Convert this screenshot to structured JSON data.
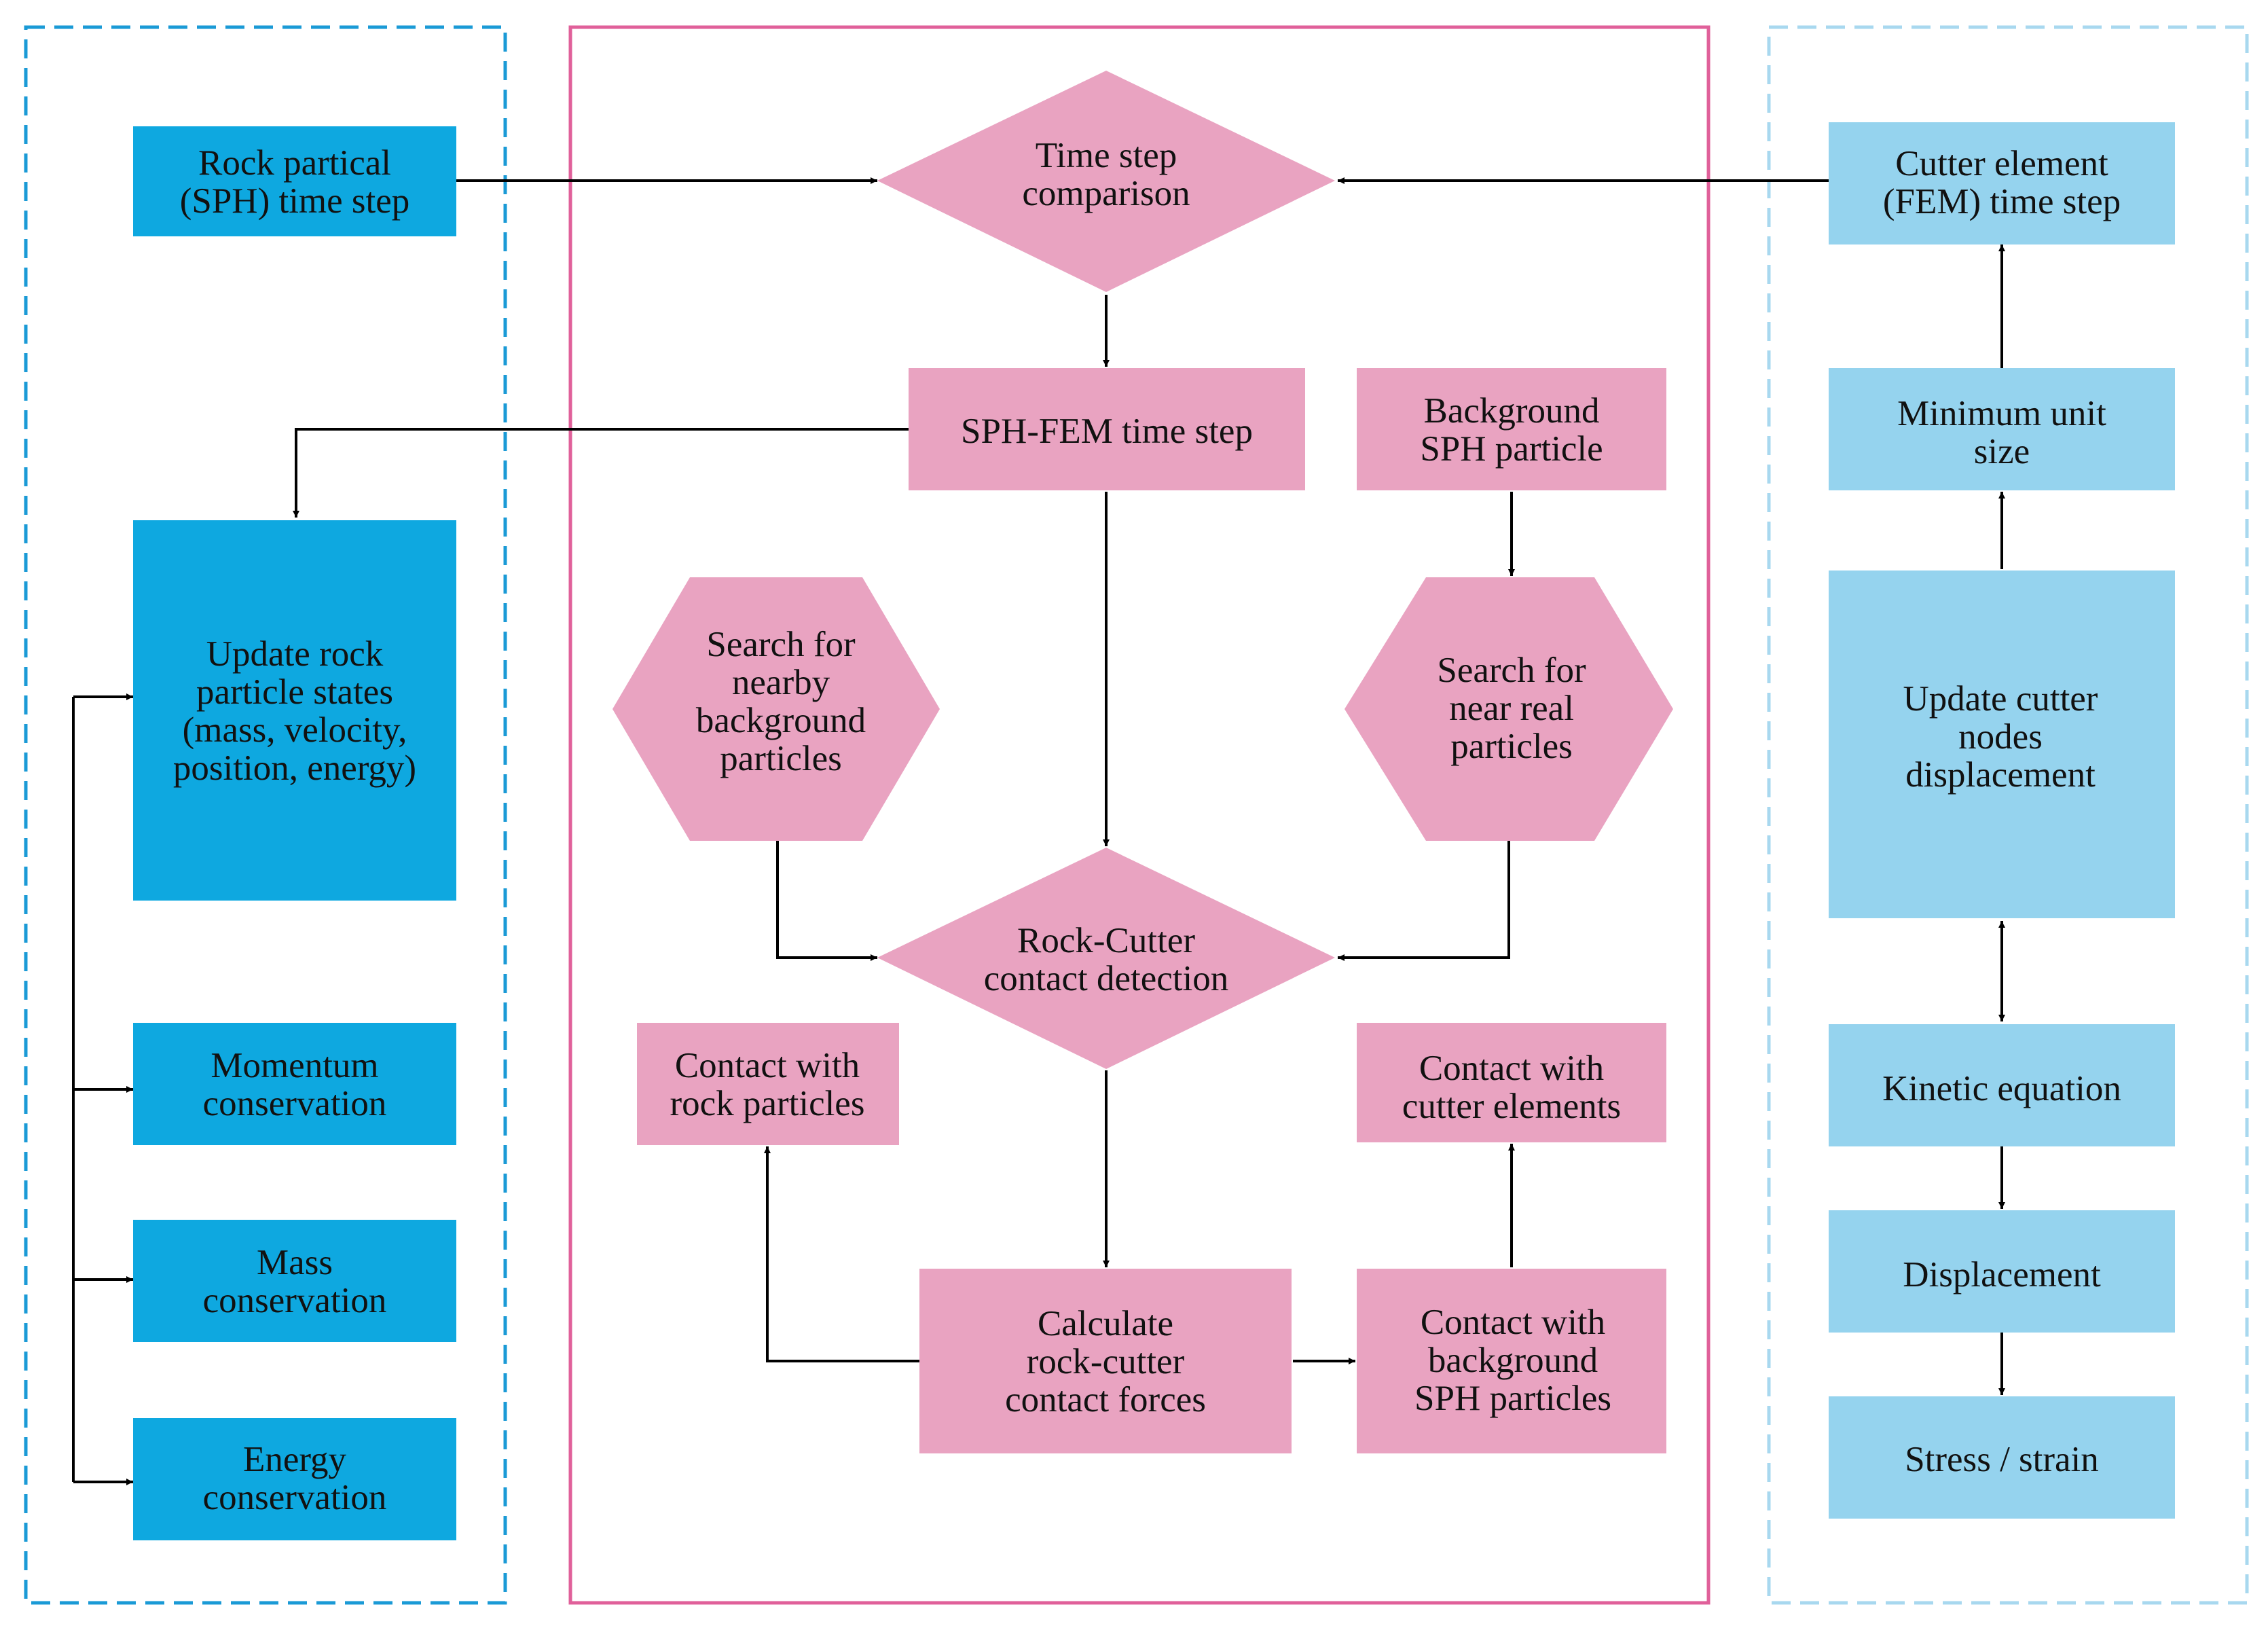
{
  "colors": {
    "left_panel_border": "#1a9ad6",
    "center_panel_border": "#e0609a",
    "right_panel_border": "#a8d8ef",
    "rock_box_fill": "#0ea8e0",
    "process_fill": "#e9a3c1",
    "cutter_box_fill": "#95d3ee"
  },
  "rock": {
    "time_step": [
      "Rock partical",
      "(SPH) time step"
    ],
    "update_states": [
      "Update rock",
      "particle states",
      "(mass, velocity,",
      "position, energy)"
    ],
    "momentum": [
      "Momentum",
      "conservation"
    ],
    "mass": [
      "Mass",
      "conservation"
    ],
    "energy": [
      "Energy",
      "conservation"
    ]
  },
  "process": {
    "time_step_comparison": [
      "Time step",
      "comparison"
    ],
    "sph_fem_time_step": [
      "SPH-FEM time step"
    ],
    "background_sph_particle": [
      "Background",
      "SPH particle"
    ],
    "search_nearby_background": [
      "Search for",
      "nearby",
      "background",
      "particles"
    ],
    "search_near_real": [
      "Search for",
      "near real",
      "particles"
    ],
    "contact_detection": [
      "Rock-Cutter",
      "contact detection"
    ],
    "contact_rock_particles": [
      "Contact with",
      "rock particles"
    ],
    "contact_cutter_elements": [
      "Contact with",
      "cutter elements"
    ],
    "calculate_forces": [
      "Calculate",
      "rock-cutter",
      "contact forces"
    ],
    "contact_background_sph": [
      "Contact with",
      "background",
      "SPH particles"
    ]
  },
  "cutter": {
    "time_step": [
      "Cutter element",
      "(FEM) time step"
    ],
    "minimum_unit_size": [
      "Minimum unit",
      "size"
    ],
    "update_displacement": [
      "Update cutter",
      "nodes",
      "displacement"
    ],
    "kinetic_equation": [
      "Kinetic equation"
    ],
    "displacement": [
      "Displacement"
    ],
    "stress_strain": [
      "Stress / strain"
    ]
  }
}
